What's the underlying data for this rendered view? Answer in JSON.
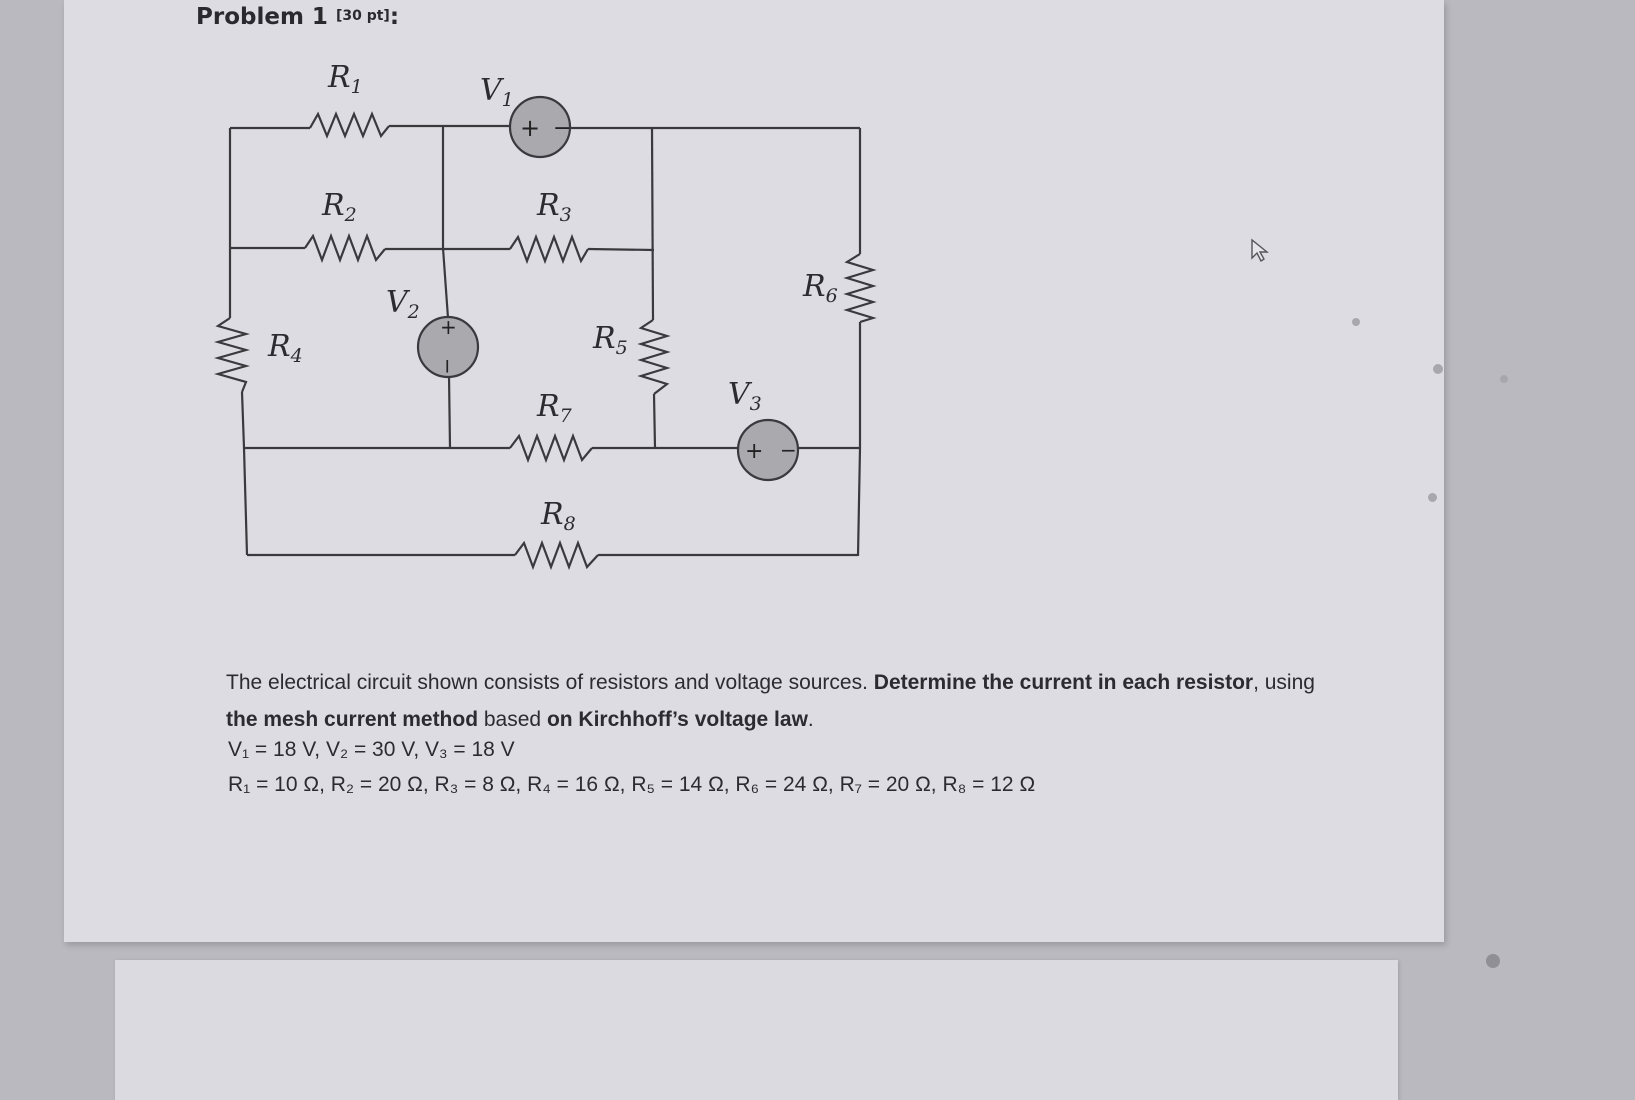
{
  "problem": {
    "title": "Problem 1",
    "points": "[30 pt]",
    "colon": ":"
  },
  "circuit": {
    "labels": {
      "R1": {
        "main": "R",
        "sub": "1"
      },
      "R2": {
        "main": "R",
        "sub": "2"
      },
      "R3": {
        "main": "R",
        "sub": "3"
      },
      "R4": {
        "main": "R",
        "sub": "4"
      },
      "R5": {
        "main": "R",
        "sub": "5"
      },
      "R6": {
        "main": "R",
        "sub": "6"
      },
      "R7": {
        "main": "R",
        "sub": "7"
      },
      "R8": {
        "main": "R",
        "sub": "8"
      },
      "V1": {
        "main": "V",
        "sub": "1"
      },
      "V2": {
        "main": "V",
        "sub": "2"
      },
      "V3": {
        "main": "V",
        "sub": "3"
      }
    },
    "plus": "+",
    "minus": "−"
  },
  "description": {
    "part1": "The electrical circuit shown consists of resistors and voltage sources. ",
    "bold1": "Determine the current in each resistor",
    "part2": ", using ",
    "bold2": "the mesh current method",
    "part3": " based ",
    "bold3": "on Kirchhoff’s voltage law",
    "part4": ".",
    "voltages": "V₁ = 18 V, V₂ = 30 V, V₃ = 18 V",
    "resistances": "R₁ = 10 Ω, R₂ = 20 Ω, R₃ = 8 Ω, R₄ = 16 Ω, R₅ = 14 Ω, R₆ = 24 Ω, R₇ = 20 Ω, R₈ = 12 Ω"
  },
  "colors": {
    "wire": "#3a3a3e",
    "source_fill": "#a9a9ae",
    "card": "#dcdce2",
    "background": "#b9b9bf"
  }
}
